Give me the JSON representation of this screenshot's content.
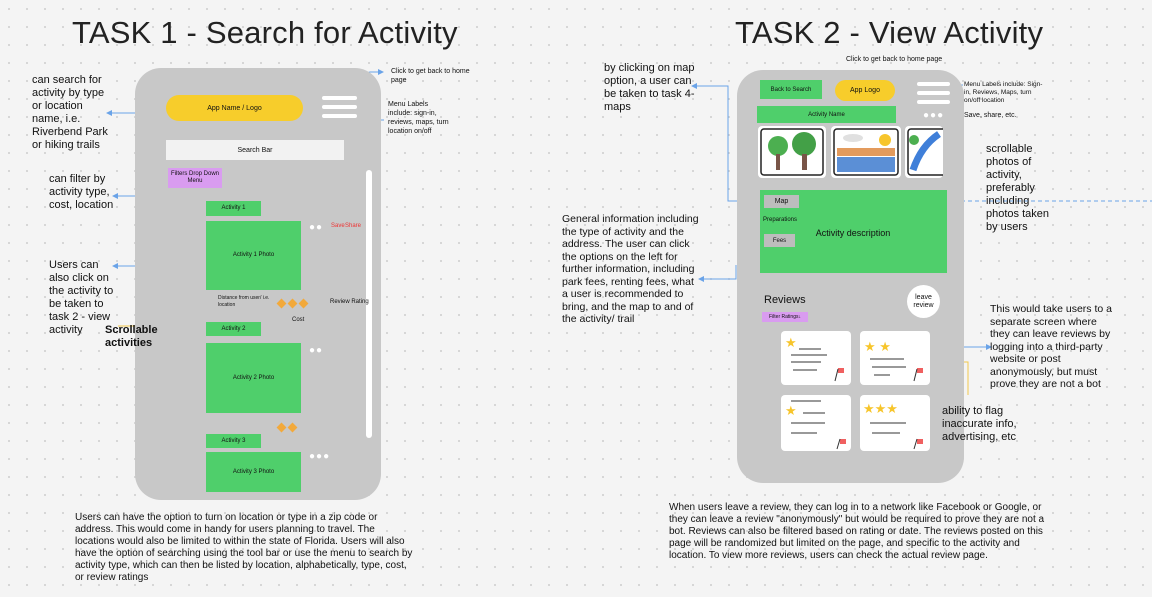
{
  "task1": {
    "title": "TASK 1 - Search for Activity",
    "app_name": "App Name / Logo",
    "search_bar": "Search Bar",
    "filters": "Filters Drop Down Menu",
    "activity1_label": "Activity 1",
    "activity1_photo": "Activity 1 Photo",
    "save_label": "Save",
    "share_label": "Share",
    "distance_label": "Distance from user/ i.e. location",
    "review_rating": "Review Rating",
    "cost": "Cost",
    "activity2_label": "Activity 2",
    "activity2_photo": "Activity 2 Photo",
    "activity3_label": "Activity 3",
    "activity3_photo": "Activity 3 Photo",
    "note_home": "Click to get back to home page",
    "note_menu": "Menu Labels include: sign-in, reviews, maps, turn location on/off",
    "note_search": "can search for activity by type or location name, i.e. Riverbend Park or hiking trails",
    "note_filter": "can filter by activity type, cost, location",
    "note_click": "Users can also click on the activity to be taken to task 2 - view activity",
    "note_scroll": "Scrollable activities",
    "bottom_text": "Users can have the option to turn on location or type in a zip code or address. This would come in handy for users planning to travel. The locations would also be limited to within the state of Florida. Users will also have the option of searching using the tool bar or use the menu to search by activity type, which can then be listed by location, alphabetically, type, cost, or review ratings"
  },
  "task2": {
    "title": "TASK 2 - View Activity",
    "back_button": "Back to Search",
    "app_logo": "App Logo",
    "activity_name": "Activity Name",
    "map_tab": "Map",
    "preparations_tab": "Preparations",
    "fees_tab": "Fees",
    "description": "Activity description",
    "reviews": "Reviews",
    "filter_ratings": "Filter Ratings",
    "leave_review": "leave review",
    "note_home": "Click to get back to home page",
    "note_menu": "Menu Labels include: Sign-in, Reviews, Maps, turn on/off location",
    "note_save": "Save, share, etc.",
    "note_map": "by clicking on map option, a user can be taken to task 4- maps",
    "note_photos": "scrollable photos of activity, preferably including photos taken by users",
    "note_general": "General information including the type of activity and the address. The user can click the options on the left for further information, including park fees, renting fees, what a user is recommended to bring, and the map to and of the activity/ trail",
    "note_leave": "This would take users to a separate screen where they can leave reviews by logging into a third-party website or post anonymously, but must prove they are not a bot",
    "note_flag": "ability to flag inaccurate info, advertising, etc",
    "bottom_text": "When users leave a review, they can log in to a network like Facebook or Google, or they can leave a review \"anonymously\" but would be required to prove they are not a bot. Reviews can also be filtered based on rating or date. The reviews posted on this page will be randomized but limited on the page, and specific to the activity and location. To view more reviews, users can check the actual review page."
  },
  "colors": {
    "phone": "#c8c8c8",
    "green": "#4fcf6b",
    "yellow": "#f7cd2b",
    "purple": "#d99cf0",
    "arrow": "#6aa3e8"
  }
}
